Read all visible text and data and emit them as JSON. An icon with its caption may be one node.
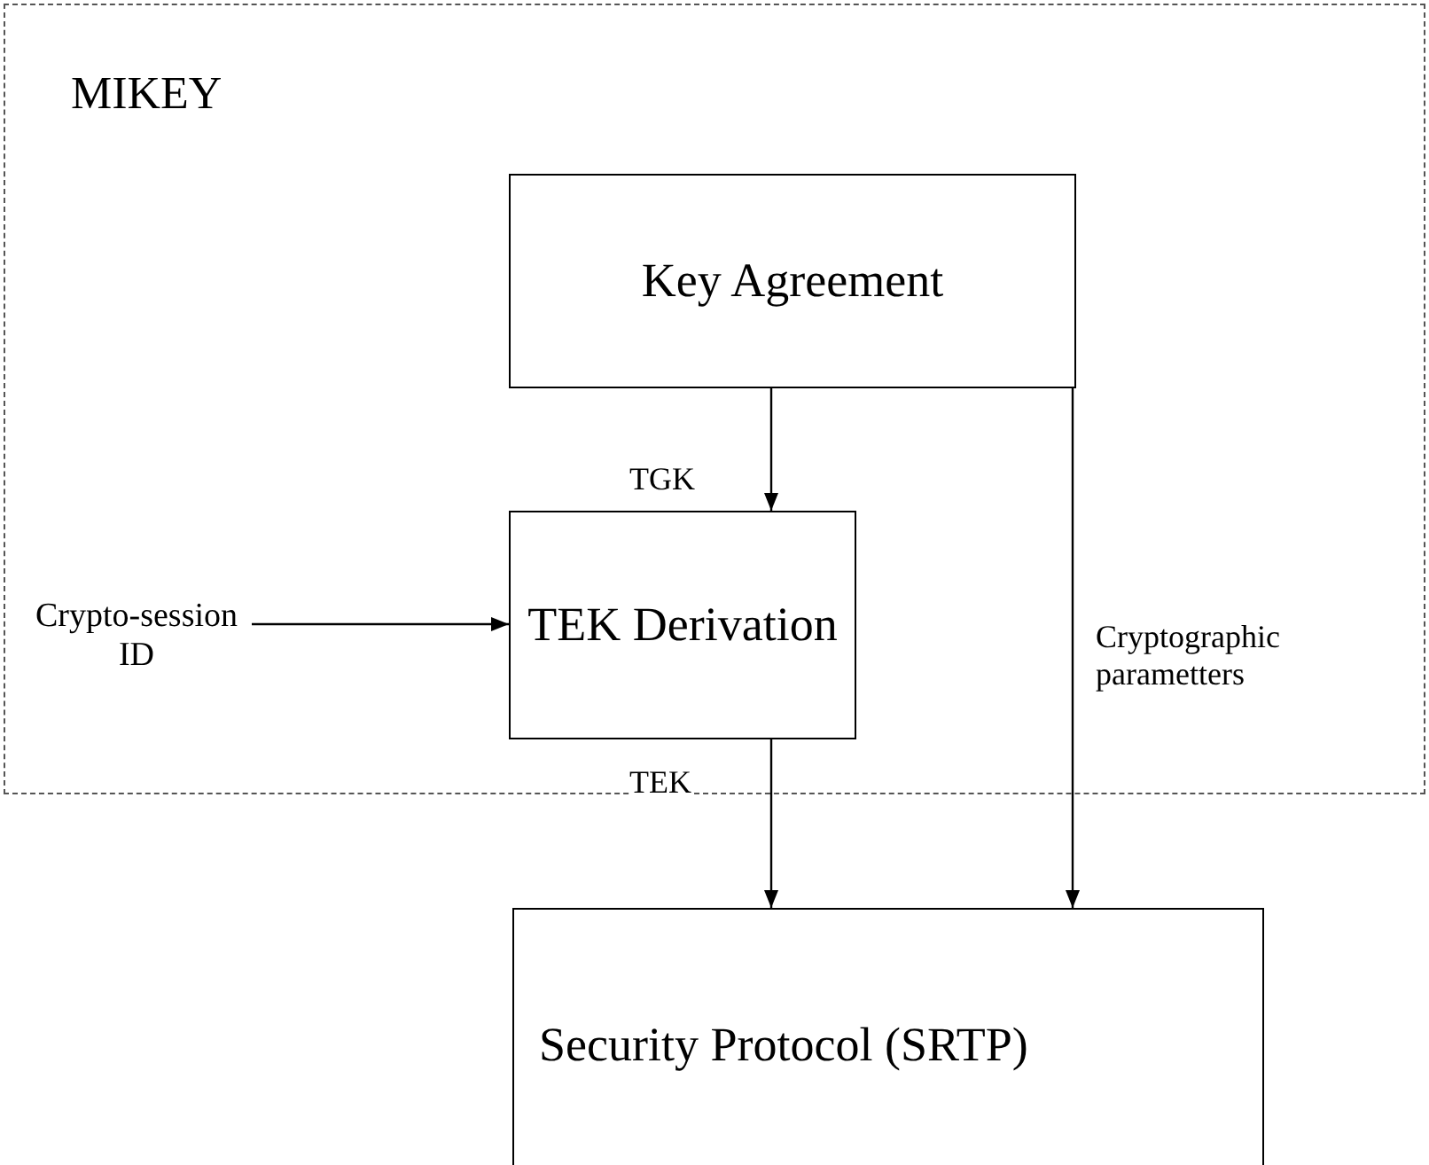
{
  "diagram": {
    "nodes": [
      {
        "text": [
          "MIKEY"
        ]
      },
      {
        "text": [
          "Key Agreement"
        ],
        "in": 0
      },
      {
        "text": [
          "TEK Derivation"
        ],
        "in": 0
      },
      {
        "text": [
          "Security Protocol (SRTP)"
        ]
      },
      {
        "text": [
          "Crypto-session ID"
        ],
        "in": 0
      }
    ],
    "edges": [
      {
        "from": 1,
        "to": 2,
        "arrow": "to",
        "label": "TGK"
      },
      {
        "from": 2,
        "to": 3,
        "arrow": "to",
        "label": "TEK"
      },
      {
        "from": 1,
        "to": 3,
        "arrow": "to",
        "label": "Cryptographic parametters"
      },
      {
        "from": 4,
        "to": 2,
        "arrow": "to"
      }
    ]
  }
}
